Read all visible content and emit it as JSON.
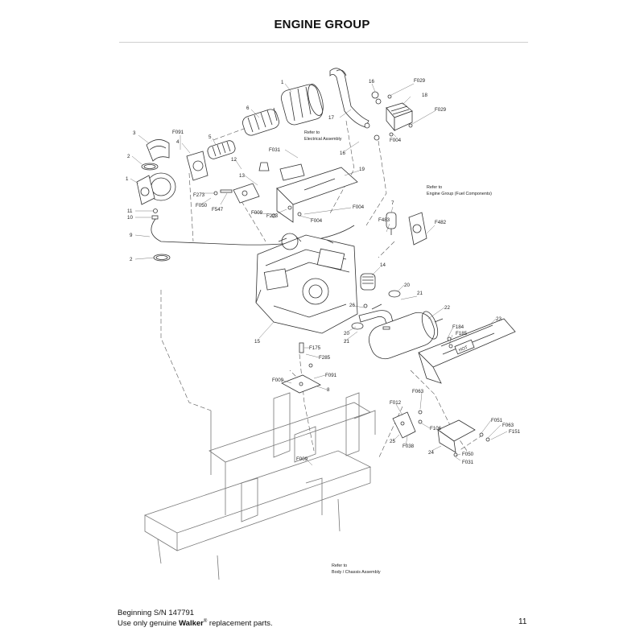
{
  "page": {
    "title": "ENGINE GROUP",
    "footer_line1": "Beginning S/N 147791",
    "footer_line2_prefix": "Use only genuine ",
    "footer_brand": "Walker",
    "footer_reg": "®",
    "footer_line2_suffix": " replacement parts.",
    "page_number": "11"
  },
  "notes": {
    "electrical_1": "Refer to",
    "electrical_2": "Electrical Assembly",
    "fuel_1": "Refer to",
    "fuel_2": "Engine Group (Fuel Components)",
    "chassis_1": "Refer to",
    "chassis_2": "Body / Chassis Assembly",
    "hot": "HOT"
  },
  "callouts": [
    "1",
    "2",
    "3",
    "F091",
    "4",
    "5",
    "6",
    "1",
    "16",
    "F029",
    "18",
    "F029",
    "17",
    "16",
    "F004",
    "F031",
    "12",
    "13",
    "19",
    "F273",
    "F050",
    "F547",
    "F009",
    "F273",
    "F004",
    "F004",
    "11",
    "10",
    "9",
    "2",
    "7",
    "F483",
    "F482",
    "14",
    "20",
    "21",
    "22",
    "26",
    "23",
    "F184",
    "F185",
    "20",
    "21",
    "15",
    "F175",
    "F285",
    "F009",
    "F091",
    "8",
    "F063",
    "F012",
    "25",
    "F038",
    "F106",
    "24",
    "F051",
    "F063",
    "F151",
    "F050",
    "F031",
    "F009"
  ]
}
